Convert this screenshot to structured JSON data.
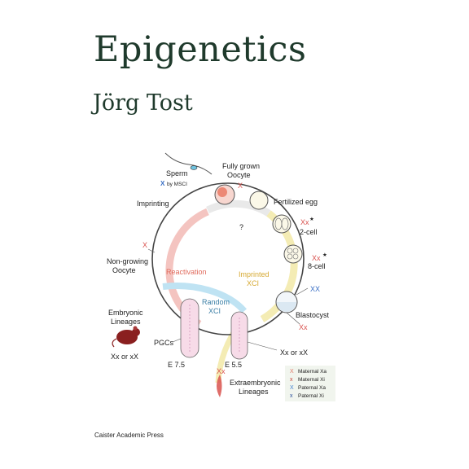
{
  "cover": {
    "title": "Epigenetics",
    "author": "Jörg Tost",
    "publisher": "Caister Academic Press"
  },
  "diagram": {
    "labels": {
      "sperm": "Sperm",
      "sperm_note_x": "X",
      "sperm_note": "by MSCI",
      "fully_grown_1": "Fully grown",
      "fully_grown_2": "Oocyte",
      "fully_grown_x": "X",
      "fertilized_egg": "Fertilized egg",
      "question": "?",
      "two_cell_xx": "Xx",
      "two_cell_star": "★",
      "two_cell": "2-cell",
      "eight_cell_xx": "Xx",
      "eight_cell_star": "★",
      "eight_cell": "8-cell",
      "imprinting": "Imprinting",
      "nongrowing_x": "X",
      "nongrowing_1": "Non-growing",
      "nongrowing_2": "Oocyte",
      "reactivation": "Reactivation",
      "imprinted_1": "Imprinted",
      "imprinted_2": "XCI",
      "random_1": "Random",
      "random_2": "XCI",
      "blastocyst_xx": "XX",
      "blastocyst": "Blastocyst",
      "blastocyst_xx2": "Xx",
      "embryonic_1": "Embryonic",
      "embryonic_2": "Lineages",
      "embryonic_xx": "Xx or xX",
      "pgcs": "PGCs",
      "e75": "E 7.5",
      "e55": "E 5.5",
      "epiblast_xx": "Xx or xX",
      "extra_xx": "Xx",
      "extra_1": "Extraembryonic",
      "extra_2": "Lineages"
    },
    "legend": [
      {
        "symbol": "X",
        "label": "Maternal Xa",
        "color": "#e07a6a"
      },
      {
        "symbol": "x",
        "label": "Maternal Xi",
        "color": "#c9453a"
      },
      {
        "symbol": "X",
        "label": "Paternal Xa",
        "color": "#3f7fcf"
      },
      {
        "symbol": "x",
        "label": "Paternal Xi",
        "color": "#2b4f9a"
      }
    ],
    "colors": {
      "maternal": "#d9534f",
      "paternal": "#3a6fc4",
      "title": "#1f3a2c"
    }
  }
}
